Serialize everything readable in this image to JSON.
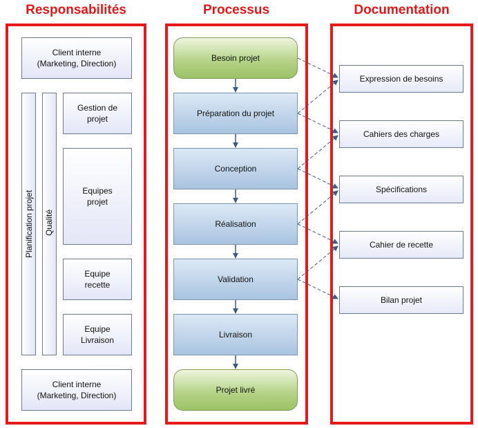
{
  "titles": {
    "responsabilites": "Responsabilités",
    "processus": "Processus",
    "documentation": "Documentation"
  },
  "responsabilites": {
    "client_top": "Client interne\n(Marketing, Direction)",
    "planification": "Planification projet",
    "qualite": "Qualité",
    "gestion": "Gestion de\nprojet",
    "equipes_projet": "Equipes\nprojet",
    "equipe_recette": "Equipe\nrecette",
    "equipe_livraison": "Equipe\nLivraison",
    "client_bottom": "Client interne\n(Marketing, Direction)"
  },
  "processus": {
    "besoin": "Besoin projet",
    "preparation": "Préparation du projet",
    "conception": "Conception",
    "realisation": "Réalisation",
    "validation": "Validation",
    "livraison": "Livraison",
    "livre": "Projet livré"
  },
  "documentation": {
    "expression": "Expression de besoins",
    "cahiers": "Cahiers des charges",
    "specifications": "Spécifications",
    "cahier_recette": "Cahier de recette",
    "bilan": "Bilan projet"
  },
  "colors": {
    "frame_red": "#e5181c",
    "process_blue": "#a9c4e0",
    "terminal_green": "#9bc266",
    "connector": "#3d5a80"
  }
}
